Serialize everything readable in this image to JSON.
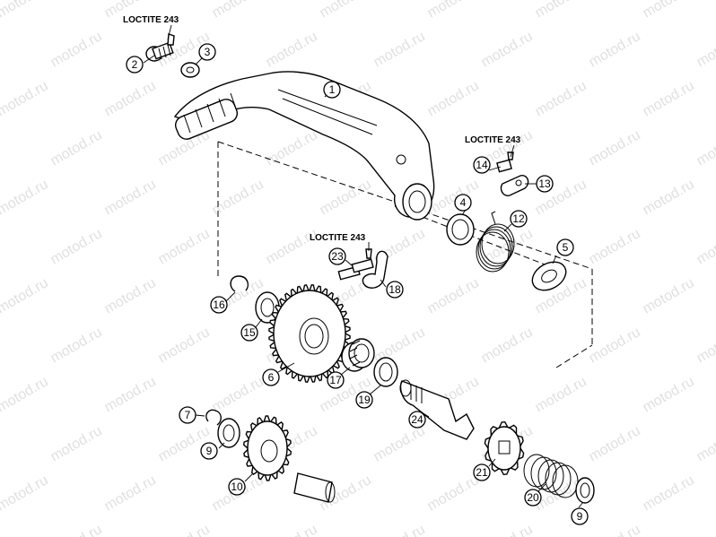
{
  "watermark": "motod.ru",
  "loctite_labels": [
    "LOCTITE 243",
    "LOCTITE 243",
    "LOCTITE 243"
  ],
  "callouts": [
    "1",
    "2",
    "3",
    "4",
    "5",
    "6",
    "7",
    "9",
    "10",
    "12",
    "13",
    "14",
    "15",
    "16",
    "17",
    "18",
    "19",
    "20",
    "21",
    "23",
    "24",
    "9"
  ],
  "colors": {
    "line": "#000000",
    "watermark": "#c8c8c8",
    "background": "#ffffff"
  }
}
